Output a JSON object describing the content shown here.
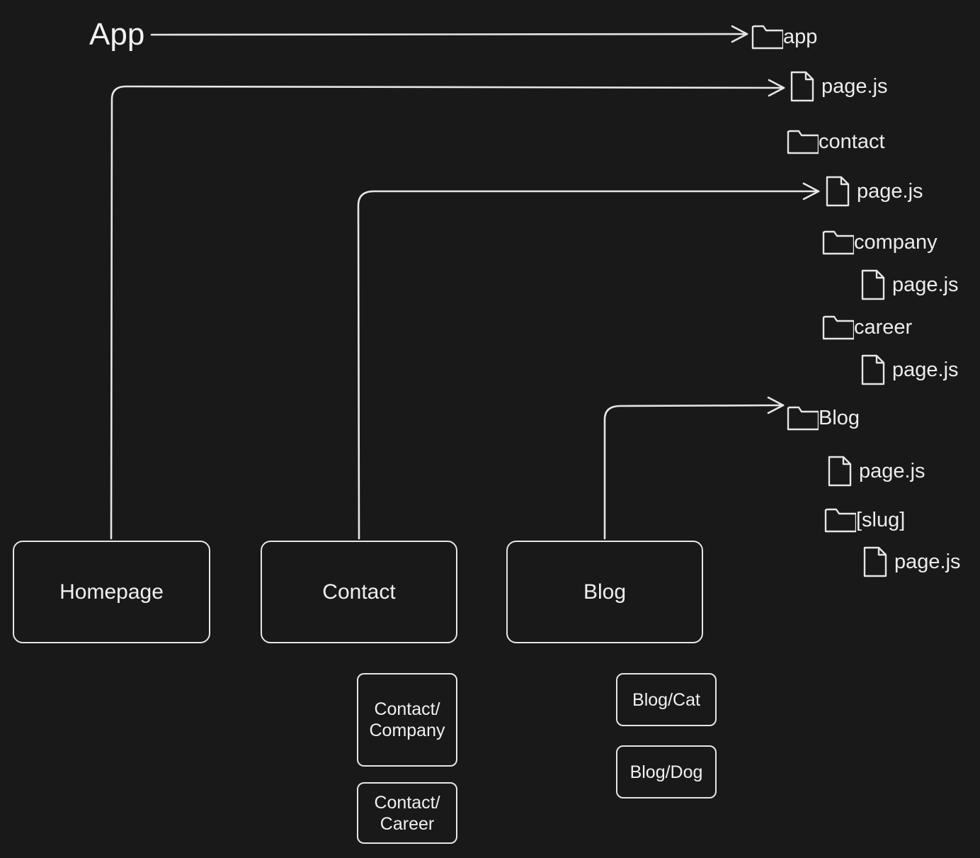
{
  "diagram": {
    "title": "App",
    "tree": [
      {
        "kind": "folder",
        "label": "app"
      },
      {
        "kind": "file",
        "label": "page.js"
      },
      {
        "kind": "folder",
        "label": "contact"
      },
      {
        "kind": "file",
        "label": "page.js"
      },
      {
        "kind": "folder",
        "label": "company"
      },
      {
        "kind": "file",
        "label": "page.js"
      },
      {
        "kind": "folder",
        "label": "career"
      },
      {
        "kind": "file",
        "label": "page.js"
      },
      {
        "kind": "folder",
        "label": "Blog"
      },
      {
        "kind": "file",
        "label": "page.js"
      },
      {
        "kind": "folder",
        "label": "[slug]"
      },
      {
        "kind": "file",
        "label": "page.js"
      }
    ],
    "pages": [
      {
        "label": "Homepage"
      },
      {
        "label": "Contact"
      },
      {
        "label": "Blog"
      }
    ],
    "subpages": [
      {
        "label": "Contact/\nCompany"
      },
      {
        "label": "Contact/\nCareer"
      },
      {
        "label": "Blog/Cat"
      },
      {
        "label": "Blog/Dog"
      }
    ]
  }
}
